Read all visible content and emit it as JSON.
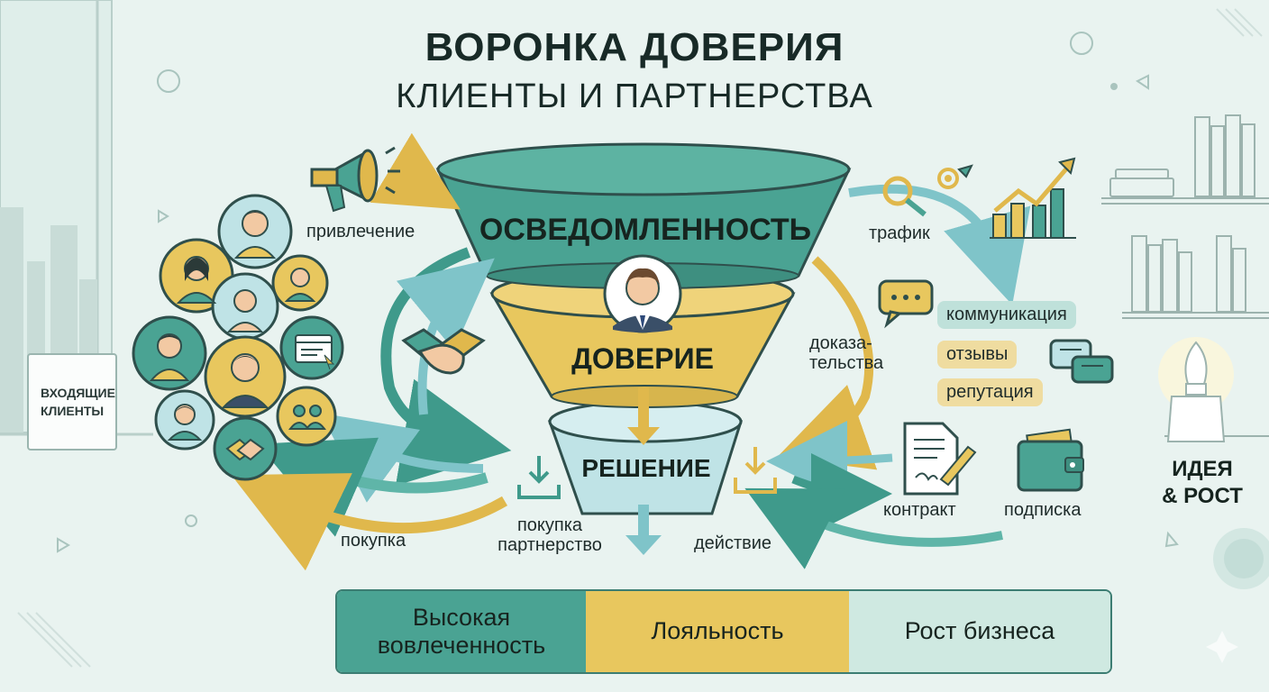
{
  "title": "ВОРОНКА ДОВЕРИЯ",
  "subtitle": "КЛИЕНТЫ И ПАРТНЕРСТВА",
  "sign_text": "ВХОДЯЩИЕ КЛИЕНТЫ",
  "funnel": {
    "top": "ОСВЕДОМЛЕННОСТЬ",
    "middle": "ДОВЕРИЕ",
    "bottom": "РЕШЕНИЕ"
  },
  "labels": {
    "attraction": "привлечение",
    "purchase_left": "покупка",
    "purchase_partnership": "покупка\nпартнерство",
    "action": "действие",
    "traffic": "трафик",
    "proofs": "доказа-\nтельства",
    "contract": "контракт",
    "subscription": "подписка"
  },
  "tags": {
    "communication": "коммуникация",
    "reviews": "отзывы",
    "reputation": "репутация"
  },
  "idea_growth": "ИДЕЯ\n& РОСТ",
  "bottom_bar": {
    "segment1": "Высокая\nвовлеченность",
    "segment2": "Лояльность",
    "segment3": "Рост бизнеса"
  },
  "colors": {
    "teal": "#4aa393",
    "gold": "#e8c75e",
    "light_blue": "#bfe3e6",
    "background": "#e9f3f0"
  },
  "icons": [
    "megaphone-icon",
    "handshake-icon",
    "magnifier-icon",
    "bar-chart-icon",
    "chat-bubble-icon",
    "contract-icon",
    "wallet-icon",
    "lamp-icon",
    "download-icon",
    "person-avatar-icon"
  ]
}
